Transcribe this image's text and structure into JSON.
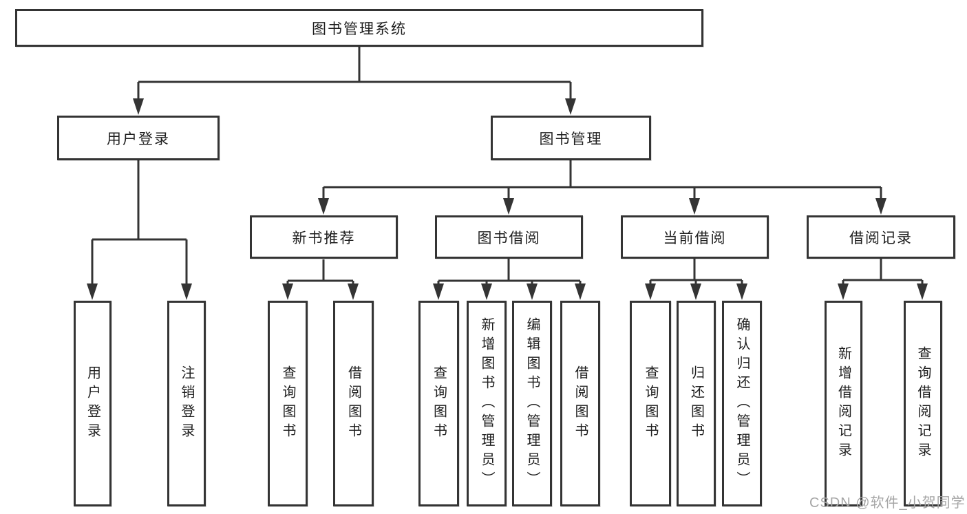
{
  "diagram": {
    "root": "图书管理系统",
    "level2": {
      "user_login": "用户登录",
      "book_mgmt": "图书管理"
    },
    "level3": {
      "new_books": "新书推荐",
      "book_borrow": "图书借阅",
      "current_borrow": "当前借阅",
      "borrow_records": "借阅记录"
    },
    "leaves": {
      "user_login": [
        "用户登录",
        "注销登录"
      ],
      "new_books": [
        "查询图书",
        "借阅图书"
      ],
      "book_borrow": [
        "查询图书",
        "新增图书（管理员）",
        "编辑图书（管理员）",
        "借阅图书"
      ],
      "current_borrow": [
        "查询图书",
        "归还图书",
        "确认归还（管理员）"
      ],
      "borrow_records": [
        "新增借阅记录",
        "查询借阅记录"
      ]
    },
    "watermark": "CSDN @软件_小贺同学"
  },
  "colors": {
    "line": "#343434",
    "box_border": "#343434",
    "text": "#1f1f1f",
    "watermark": "#a6a6a6",
    "background": "#ffffff"
  }
}
